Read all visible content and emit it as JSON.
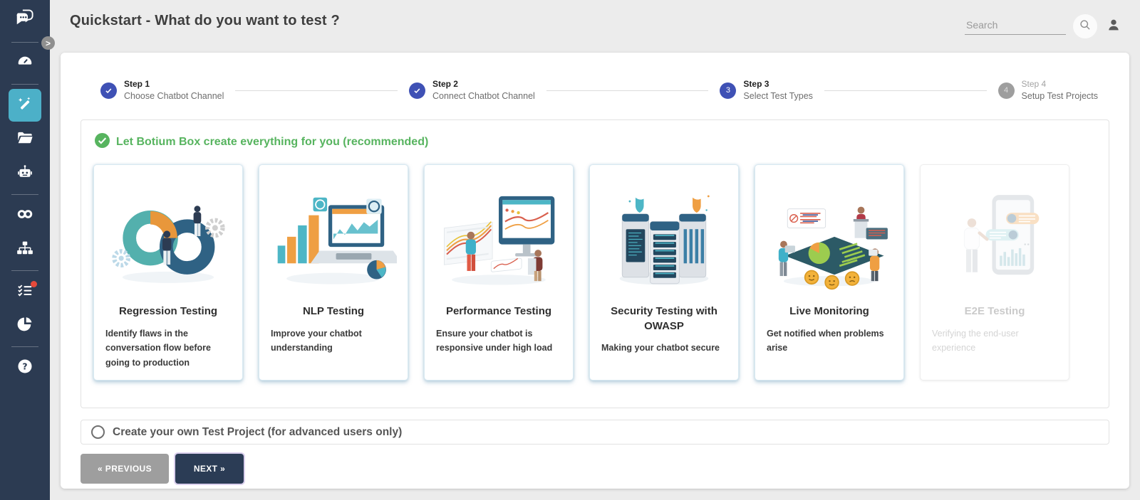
{
  "header": {
    "title": "Quickstart - What do you want to test ?",
    "search_placeholder": "Search"
  },
  "sidebar": {
    "expand_glyph": ">",
    "colors": {
      "background": "#2c3b52",
      "active_item": "#4cb0c8",
      "badge": "#e64a3b"
    },
    "items": [
      {
        "icon": "speech-bubbles-logo",
        "active": false
      },
      {
        "icon": "speedometer",
        "active": false
      },
      {
        "icon": "magic-wand",
        "active": true
      },
      {
        "icon": "open-folder",
        "active": false
      },
      {
        "icon": "robot",
        "active": false
      },
      {
        "icon": "infinity",
        "active": false
      },
      {
        "icon": "sitemap",
        "active": false
      },
      {
        "icon": "checklist",
        "active": false,
        "has_badge": true
      },
      {
        "icon": "pie-chart",
        "active": false
      },
      {
        "icon": "help",
        "active": false
      }
    ]
  },
  "stepper": {
    "accent_color": "#3f51b5",
    "steps": [
      {
        "label": "Step 1",
        "sublabel": "Choose Chatbot Channel",
        "state": "completed"
      },
      {
        "label": "Step 2",
        "sublabel": "Connect Chatbot Channel",
        "state": "completed"
      },
      {
        "label": "Step 3",
        "sublabel": "Select Test Types",
        "state": "active",
        "number": "3"
      },
      {
        "label": "Step 4",
        "sublabel": "Setup Test Projects",
        "state": "upcoming",
        "number": "4"
      }
    ]
  },
  "section": {
    "recommended_heading": "Let Botium Box create everything for you (recommended)",
    "recommended_color": "#57b45f",
    "advanced_option_label": "Create your own Test Project (for advanced users only)"
  },
  "cards": [
    {
      "title": "Regression Testing",
      "description": "Identify flaws in the conversation flow before going to production",
      "illustration": "infinity-loop-devops",
      "disabled": false
    },
    {
      "title": "NLP Testing",
      "description": "Improve your chatbot understanding",
      "illustration": "laptop-analytics",
      "disabled": false
    },
    {
      "title": "Performance Testing",
      "description": "Ensure your chatbot is responsive under high load",
      "illustration": "monitor-line-charts",
      "disabled": false
    },
    {
      "title": "Security Testing with OWASP",
      "description": "Making your chatbot secure",
      "illustration": "server-towers-shields",
      "disabled": false
    },
    {
      "title": "Live Monitoring",
      "description": "Get notified when problems arise",
      "illustration": "dashboard-people-emojis",
      "disabled": false
    },
    {
      "title": "E2E Testing",
      "description": "Verifying the end-user experience",
      "illustration": "phone-chat-person",
      "disabled": true
    }
  ],
  "buttons": {
    "previous": "« PREVIOUS",
    "next": "NEXT »"
  }
}
